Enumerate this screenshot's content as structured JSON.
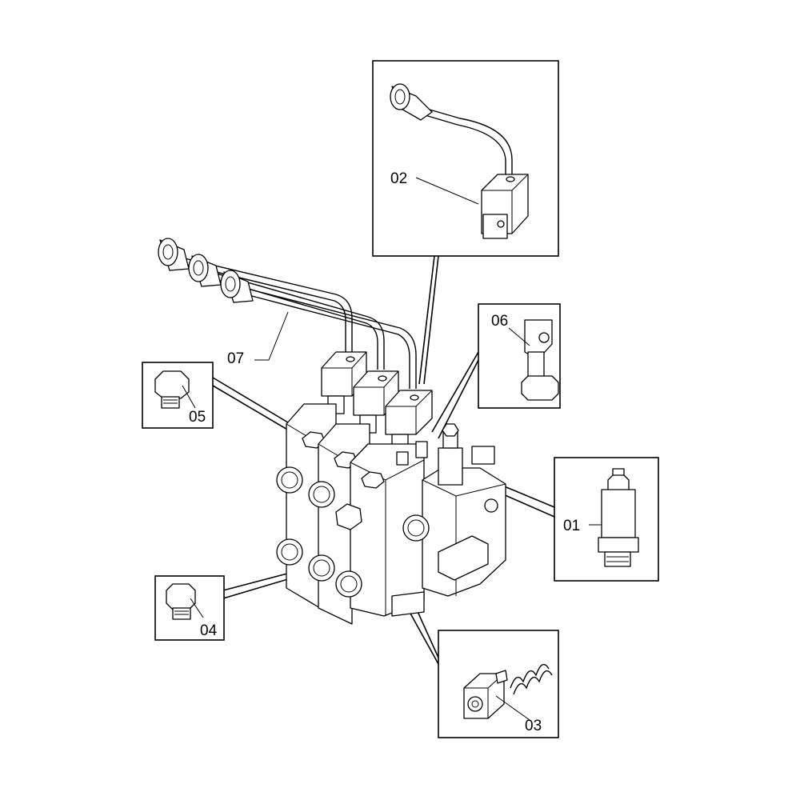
{
  "callouts": [
    {
      "id": "c01",
      "text": "01"
    },
    {
      "id": "c02",
      "text": "02"
    },
    {
      "id": "c03",
      "text": "03"
    },
    {
      "id": "c04",
      "text": "04"
    },
    {
      "id": "c05",
      "text": "05"
    },
    {
      "id": "c06",
      "text": "06"
    },
    {
      "id": "c07",
      "text": "07"
    }
  ],
  "colors": {
    "line": "#000000",
    "background": "#ffffff"
  }
}
